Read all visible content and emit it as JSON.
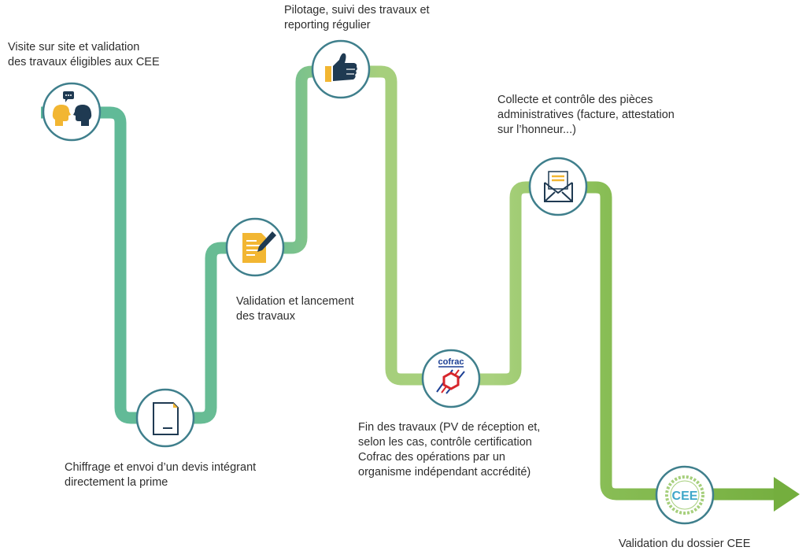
{
  "steps": [
    {
      "text": "Visite sur site et validation\ndes travaux éligibles aux CEE",
      "icon": "people-talking-icon"
    },
    {
      "text": "Chiffrage et envoi d’un devis intégrant\ndirectement la prime",
      "icon": "document-icon"
    },
    {
      "text": "Validation et lancement\ndes travaux",
      "icon": "contract-signing-icon"
    },
    {
      "text": "Pilotage, suivi des travaux et\nreporting régulier",
      "icon": "thumbs-up-icon"
    },
    {
      "text": "Fin des travaux (PV de réception et,\nselon les cas, contrôle certification\nCofrac des opérations par un\norganisme indépendant accrédité)",
      "icon": "cofrac-logo-icon",
      "logo_text": "cofrac"
    },
    {
      "text": "Collecte et contrôle des pièces\nadministratives (facture, attestation\nsur l’honneur...)",
      "icon": "envelope-letter-icon"
    },
    {
      "text": "Validation du dossier CEE",
      "icon": "cee-badge-icon",
      "badge_text": "CEE"
    }
  ],
  "colors": {
    "teal": "#5cb89a",
    "green_light": "#a6cf7c",
    "green": "#7cb646",
    "circle_stroke": "#3f7f8c",
    "icon_dark": "#1f3a52",
    "icon_yellow": "#f2b632",
    "cofrac_blue": "#1c3f94",
    "cofrac_red": "#d7262c"
  }
}
